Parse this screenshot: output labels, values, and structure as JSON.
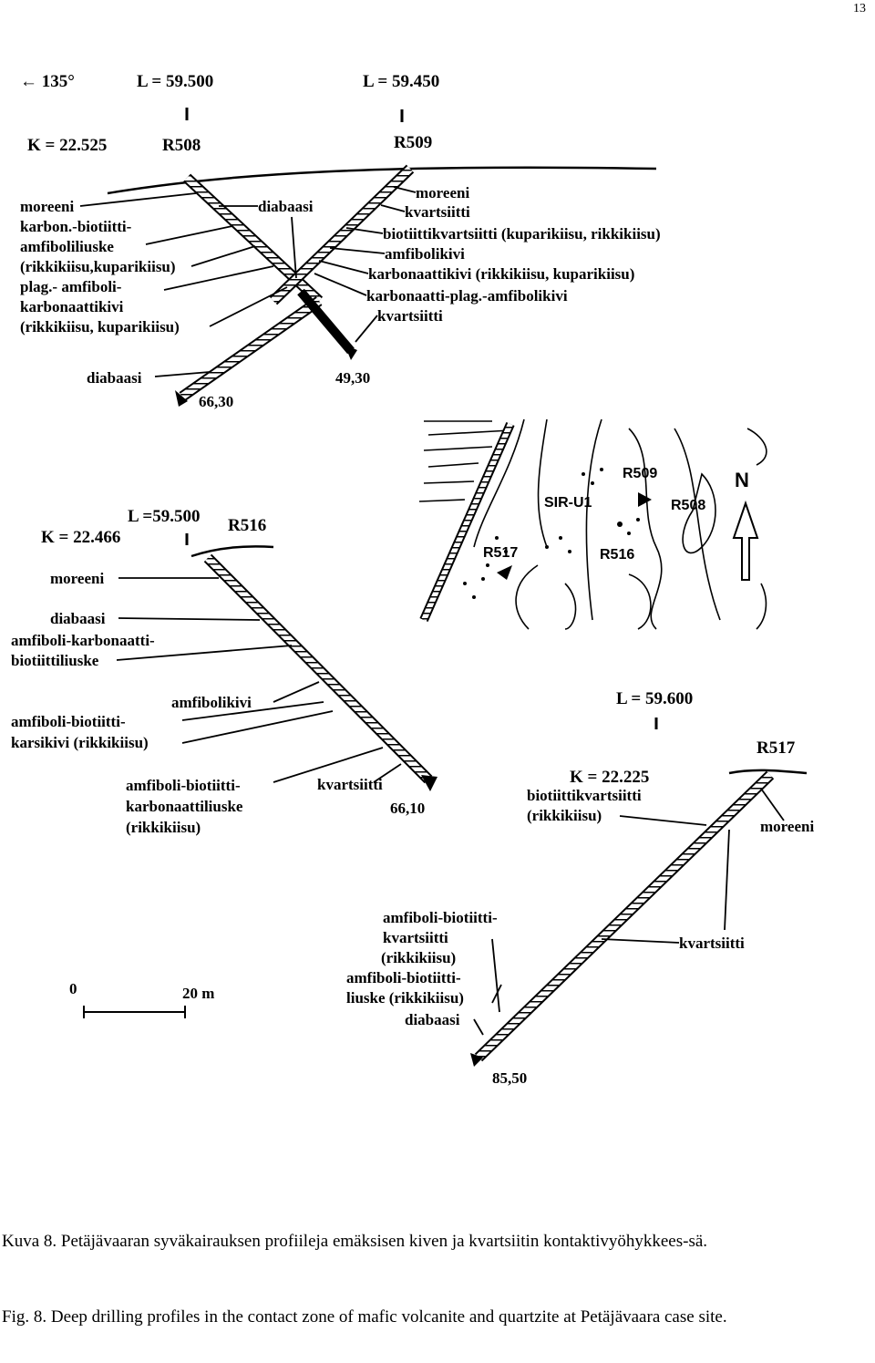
{
  "page_number": "13",
  "profile_r508_r509": {
    "azimuth": "← 135°",
    "l_r508": "L = 59.500",
    "l_r509": "L = 59.450",
    "k_r508": "K = 22.525",
    "hole_r508": "R508",
    "hole_r509": "R509",
    "left_labels": [
      "moreeni",
      "karbon.-biotiitti-",
      "amfiboliliuske",
      "(rikkikiisu,kuparikiisu)",
      "plag.- amfiboli-",
      "karbonaattikivi",
      "(rikkikiisu, kuparikiisu)"
    ],
    "mid_label": "diabaasi",
    "right_labels": [
      "moreeni",
      "kvartsiitti",
      "biotiittikvartsiitti (kuparikiisu, rikkikiisu)",
      "amfibolikivi",
      "karbonaattikivi (rikkikiisu, kuparikiisu)",
      "karbonaatti-plag.-amfibolikivi",
      "kvartsiitti"
    ],
    "bottom_left": "diabaasi",
    "depth_r508": "66,30",
    "depth_r509": "49,30"
  },
  "location_map": {
    "labels": [
      "R509",
      "SIR-U1",
      "R508",
      "R517",
      "R516",
      "N"
    ]
  },
  "profile_r516": {
    "l_value": "L =59.500",
    "k_value": "K = 22.466",
    "hole": "R516",
    "labels": [
      "moreeni",
      "diabaasi",
      "amfiboli-karbonaatti-",
      "biotiittiliuske",
      "amfibolikivi",
      "amfiboli-biotiitti-",
      "karsikivi (rikkikiisu)",
      "amfiboli-biotiitti-",
      "karbonaattiliuske",
      "(rikkikiisu)",
      "kvartsiitti"
    ],
    "depth": "66,10"
  },
  "profile_r517": {
    "l_value": "L = 59.600",
    "hole": "R517",
    "k_value": "K = 22.225",
    "labels_top": [
      "biotiittikvartsiitti",
      "(rikkikiisu)"
    ],
    "moreeni": "moreeni",
    "kvartsiitti": "kvartsiitti",
    "labels_bottom": [
      "amfiboli-biotiitti-",
      "kvartsiitti",
      "(rikkikiisu)",
      "amfiboli-biotiitti-",
      "liuske (rikkikiisu)",
      "diabaasi"
    ],
    "depth": "85,50"
  },
  "scale_bar": {
    "start": "0",
    "end": "20 m"
  },
  "caption": {
    "finnish": "Kuva 8. Petäjävaaran syväkairauksen profiileja emäksisen kiven ja kvartsiitin kontaktivyöhykkees-sä.",
    "english": "Fig. 8. Deep drilling profiles in the contact zone of mafic volcanite and quartzite at Petäjävaara case site."
  }
}
